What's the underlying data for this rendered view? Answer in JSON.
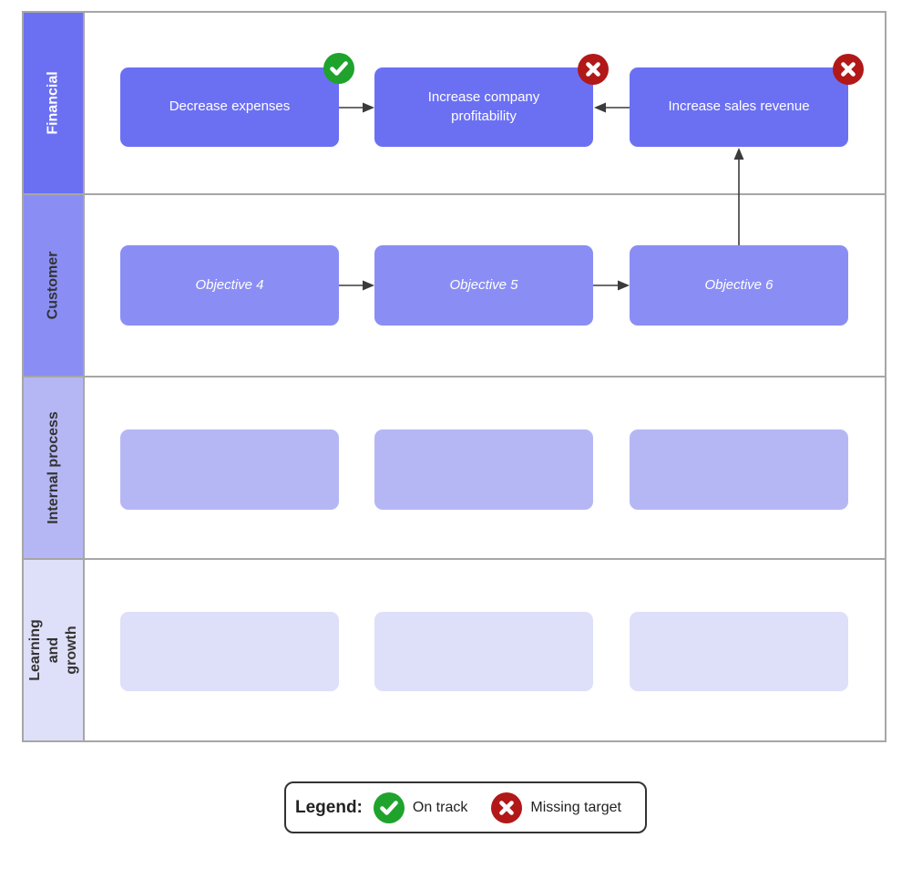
{
  "lanes": [
    {
      "label": "Financial"
    },
    {
      "label": "Customer"
    },
    {
      "label": "Internal process"
    },
    {
      "label": "Learning and growth"
    }
  ],
  "boxes": {
    "financial": [
      {
        "label": "Decrease expenses",
        "status": "On track"
      },
      {
        "label": "Increase company profitability",
        "status": "Missing target"
      },
      {
        "label": "Increase sales revenue",
        "status": "Missing target"
      }
    ],
    "customer": [
      {
        "label": "Objective 4"
      },
      {
        "label": "Objective 5"
      },
      {
        "label": "Objective 6"
      }
    ],
    "internal_process": [
      {
        "label": ""
      },
      {
        "label": ""
      },
      {
        "label": ""
      }
    ],
    "learning_growth": [
      {
        "label": ""
      },
      {
        "label": ""
      },
      {
        "label": ""
      }
    ]
  },
  "legend": {
    "title": "Legend:",
    "items": [
      {
        "label": "On track",
        "icon": "check"
      },
      {
        "label": "Missing target",
        "icon": "cross"
      }
    ]
  },
  "colors": {
    "lane_financial": "#6b70f2",
    "lane_customer": "#8a8ef4",
    "lane_internal_process": "#b5b7f5",
    "lane_learning_growth": "#dedff9",
    "lane_border": "#a6a6a6",
    "arrow": "#3b3b3b",
    "on_track_green": "#1fa32c",
    "missing_target_red": "#b21818",
    "legend_border": "#333333"
  }
}
